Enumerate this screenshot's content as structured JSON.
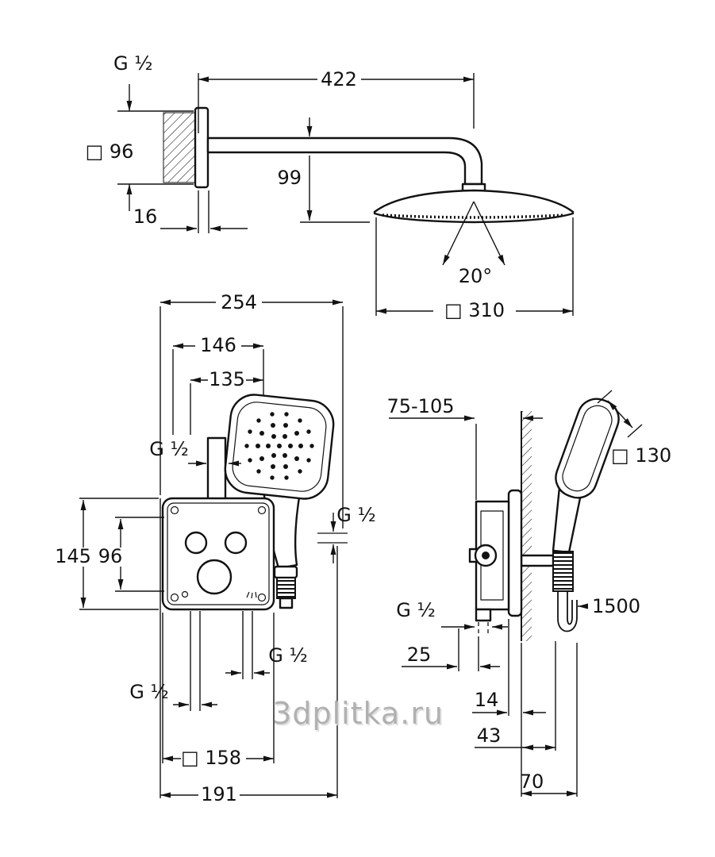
{
  "watermark": {
    "text": "3dplitka.ru",
    "color": "#a6a6a6"
  },
  "colors": {
    "line": "#121212",
    "background": "#ffffff"
  },
  "top_view": {
    "thread_top": "G ½",
    "dim_arm_length": "422",
    "dim_plate_size": "□ 96",
    "dim_arm_height": "99",
    "dim_plate_depth": "16",
    "dim_spray_angle": "20°",
    "dim_head_size": "□ 310"
  },
  "front_view": {
    "dim_width_overall": "254",
    "dim_width_146": "146",
    "dim_width_135": "135",
    "thread_supply": "G ½",
    "dim_height_overall": "145",
    "dim_height_inner": "96",
    "thread_outlet_right": "G ½",
    "thread_bottom_right": "G ½",
    "thread_bottom_left": "G ½",
    "dim_plate_size": "□ 158",
    "dim_width_bottom": "191"
  },
  "side_view": {
    "dim_depth_range": "75-105",
    "dim_handshower_size": "□ 130",
    "thread_outlet": "G ½",
    "dim_hose_length": "1500",
    "dim_offset_25": "25",
    "dim_plate_depth": "14",
    "dim_offset_43": "43",
    "dim_offset_70": "70"
  }
}
